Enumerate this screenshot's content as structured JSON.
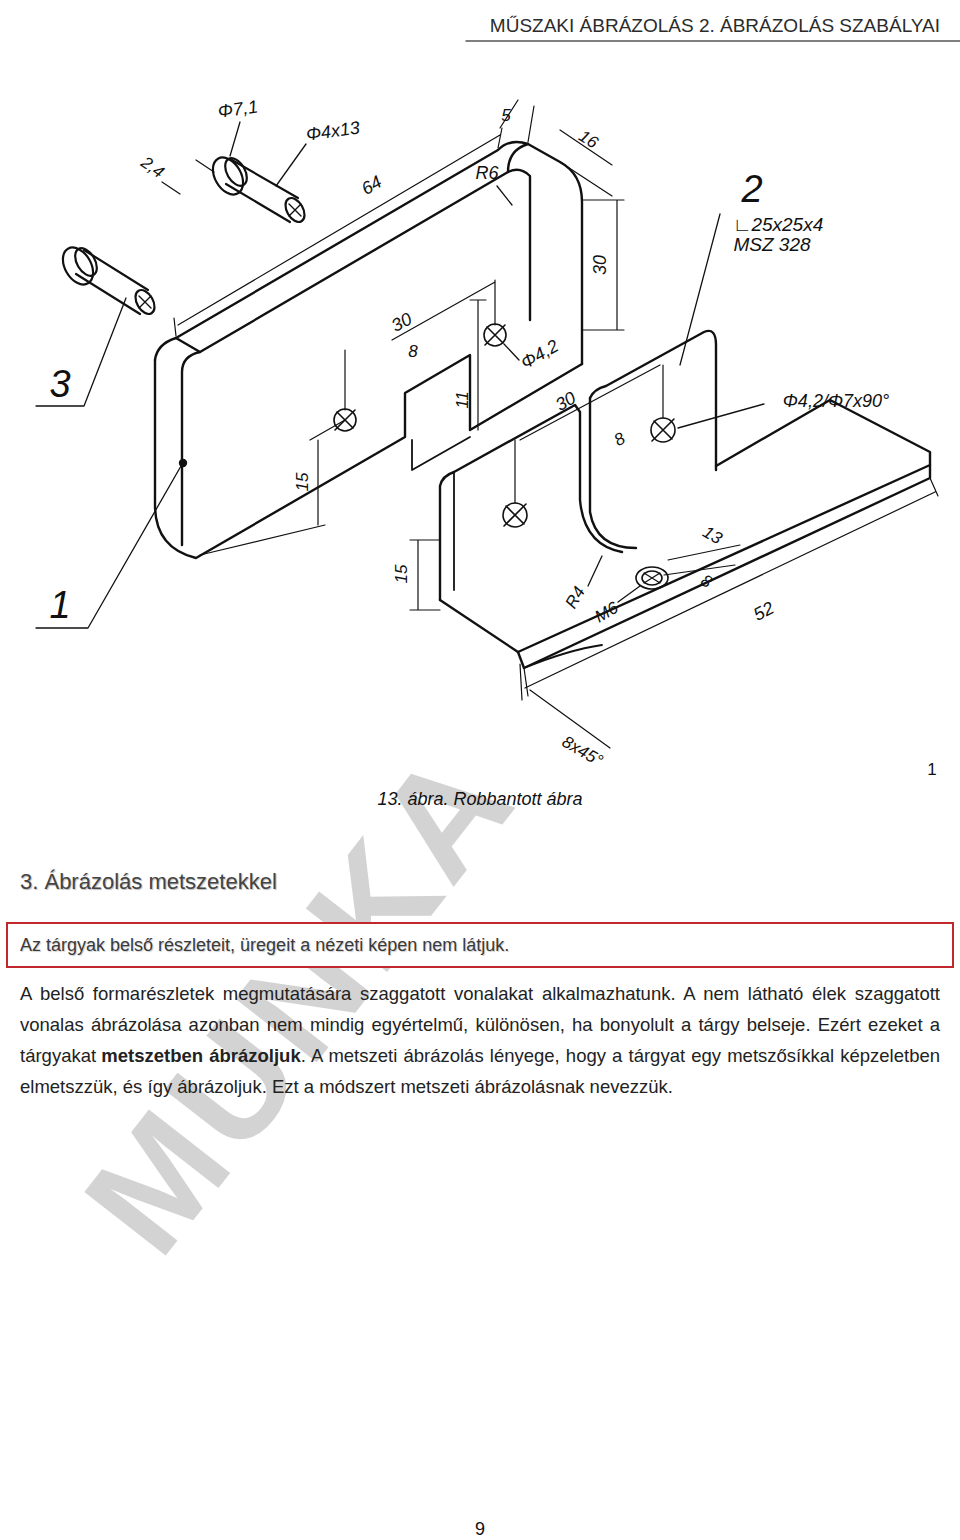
{
  "diagram": {
    "title": "3. Ábrázolás metszetekkel",
    "caption": "13. ábra. Robbantott ábra",
    "nodes": [
      {
        "text": [
          "Az tárgyak belső részleteit, üregeit a nézeti képen nem látjuk."
        ]
      }
    ],
    "labels": [
      "MŰSZAKI ÁBRÁZOLÁS 2. ÁBRÁZOLÁS SZABÁLYAI",
      "Φ7,1",
      "Φ4x13",
      "2,4",
      "64",
      "5",
      "16",
      "R6",
      "30",
      "2",
      "∟25x25x4",
      "MSZ 328",
      "3",
      "30",
      "8",
      "Φ4,2",
      "11",
      "15",
      "30",
      "8",
      "Φ4,2/Φ7x90°",
      "15",
      "R4",
      "M6",
      "13",
      "8",
      "52",
      "8x45°",
      "1",
      "1",
      "MUNKA",
      "A belső formarészletek megmutatására szaggatott vonalakat alkalmazhatunk. A nem látható élek szaggatott vonalas ábrázolása azonban nem mindig egyértelmű, különösen, ha bonyolult a tárgy belseje. Ezért ezeket a tárgyakat",
      "metszetben ábrázoljuk",
      ". A metszeti ábrázolás lényege, hogy a tárgyat egy metszősíkkal képzeletben elmetszzük, és így ábrázoljuk. Ezt a módszert metszeti ábrázolásnak nevezzük.",
      "9"
    ]
  }
}
